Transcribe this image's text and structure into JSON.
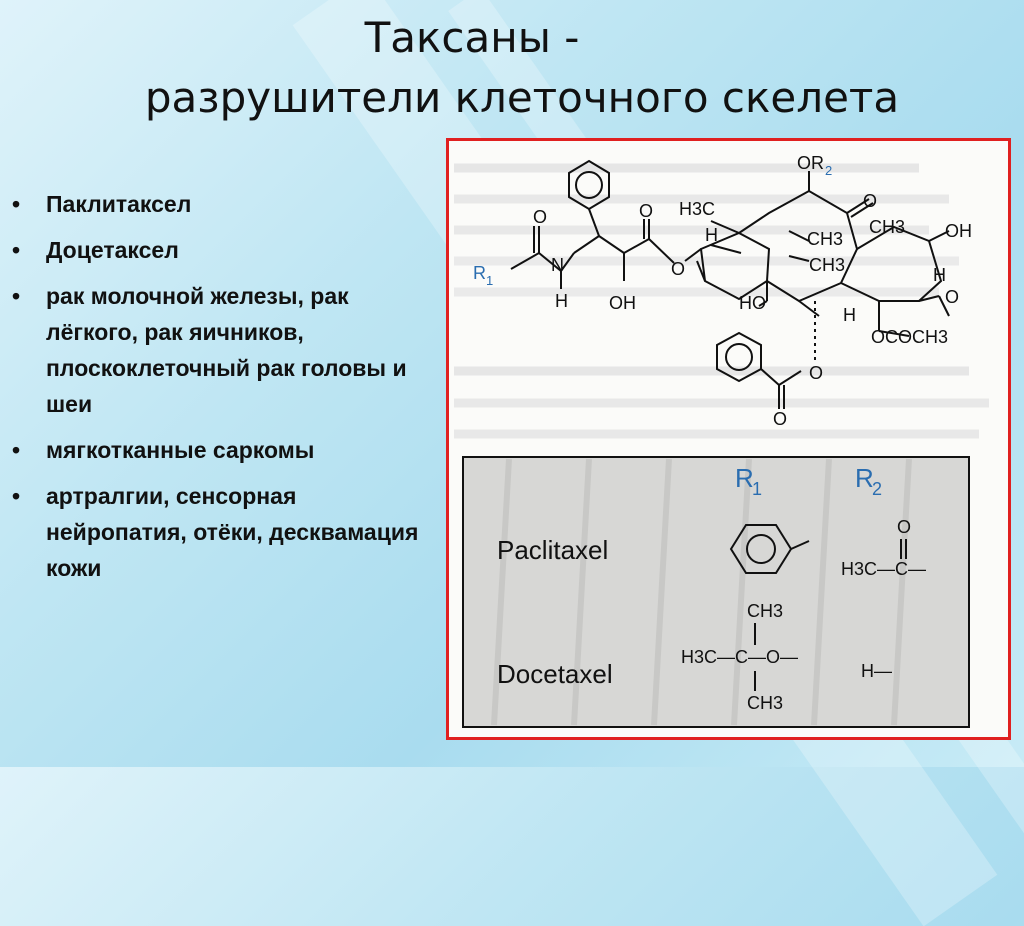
{
  "slide": {
    "title_line1": "Таксаны -",
    "title_line2": "разрушители клеточного скелета"
  },
  "bullets": [
    {
      "marker": "•",
      "text": "Паклитаксел"
    },
    {
      "marker": "•",
      "text": "Доцетаксел"
    },
    {
      "marker": "•",
      "text": "рак молочной железы, рак лёгкого, рак яичников, плоскоклеточный рак головы и шеи"
    },
    {
      "marker": "•",
      "text": "мягкотканные саркомы"
    },
    {
      "marker": "•",
      "text": "артралгии, сенсорная нейропатия, отёки, десквамация кожи"
    }
  ],
  "figure": {
    "border_color": "#e02020",
    "structure_labels": {
      "or2": "OR",
      "r2_sub": "2",
      "r1": "R",
      "r1_sub": "1",
      "h3c": "H3C",
      "ch3_a": "CH3",
      "ch3_b": "CH3",
      "ch3_c": "CH3",
      "oh_top": "OH",
      "oh_mid": "OH",
      "ho": "HO",
      "o_carbonyl_top": "O",
      "o_amide": "O",
      "o_ester": "O",
      "o_link": "O",
      "o_epoxide": "O",
      "n": "N",
      "h_n": "H",
      "h_left": "H",
      "h_right": "H",
      "h_bottom": "H",
      "ocoach3": "OCOCH3",
      "o_benzoate_ring": "O",
      "o_benzoate_carbonyl": "O"
    },
    "table": {
      "header_r1": "R",
      "header_r1_sub": "1",
      "header_r2": "R",
      "header_r2_sub": "2",
      "paclitaxel_label": "Paclitaxel",
      "docetaxel_label": "Docetaxel",
      "paclitaxel_r2": "H3C—C—",
      "paclitaxel_r2_o": "O",
      "docetaxel_r1": "H3C—C—O—",
      "docetaxel_r1_top": "CH3",
      "docetaxel_r1_bottom": "CH3",
      "docetaxel_r2": "H—"
    }
  },
  "colors": {
    "text": "#111111",
    "accent_blue": "#2a6db0",
    "frame": "#e02020"
  }
}
